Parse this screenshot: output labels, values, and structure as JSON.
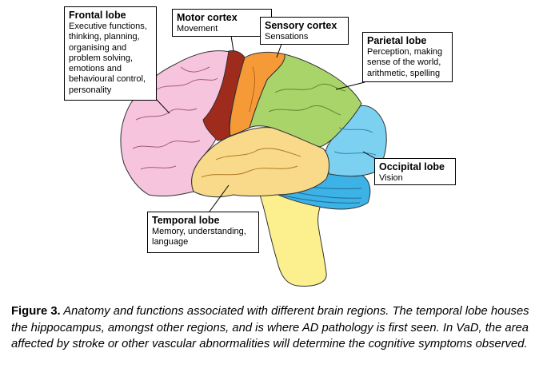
{
  "labels": {
    "frontal": {
      "title": "Frontal lobe",
      "desc": "Executive functions, thinking, planning, organising and problem solving, emotions and behavioural control, personality"
    },
    "motor": {
      "title": "Motor cortex",
      "desc": "Movement"
    },
    "sensory": {
      "title": "Sensory cortex",
      "desc": "Sensations"
    },
    "parietal": {
      "title": "Parietal lobe",
      "desc": "Perception, making sense of the world, arithmetic, spelling"
    },
    "occipital": {
      "title": "Occipital lobe",
      "desc": "Vision"
    },
    "temporal": {
      "title": "Temporal lobe",
      "desc": "Memory, understanding, language"
    }
  },
  "caption": {
    "figure": "Figure 3.",
    "text": "Anatomy and functions associated with different brain regions. The temporal lobe houses the hippocampus, amongst other regions, and is where AD pathology is first seen. In VaD, the area affected by stroke or other vascular abnormalities will determine the cognitive symptoms observed."
  },
  "colors": {
    "frontal": "#f7c4dd",
    "motor": "#9e2b1c",
    "sensory": "#f59a37",
    "parietal": "#a9d46a",
    "occipital": "#7cd0f0",
    "cerebellum": "#3cb2e6",
    "temporal": "#f8da8a",
    "stem": "#fcf08e"
  }
}
